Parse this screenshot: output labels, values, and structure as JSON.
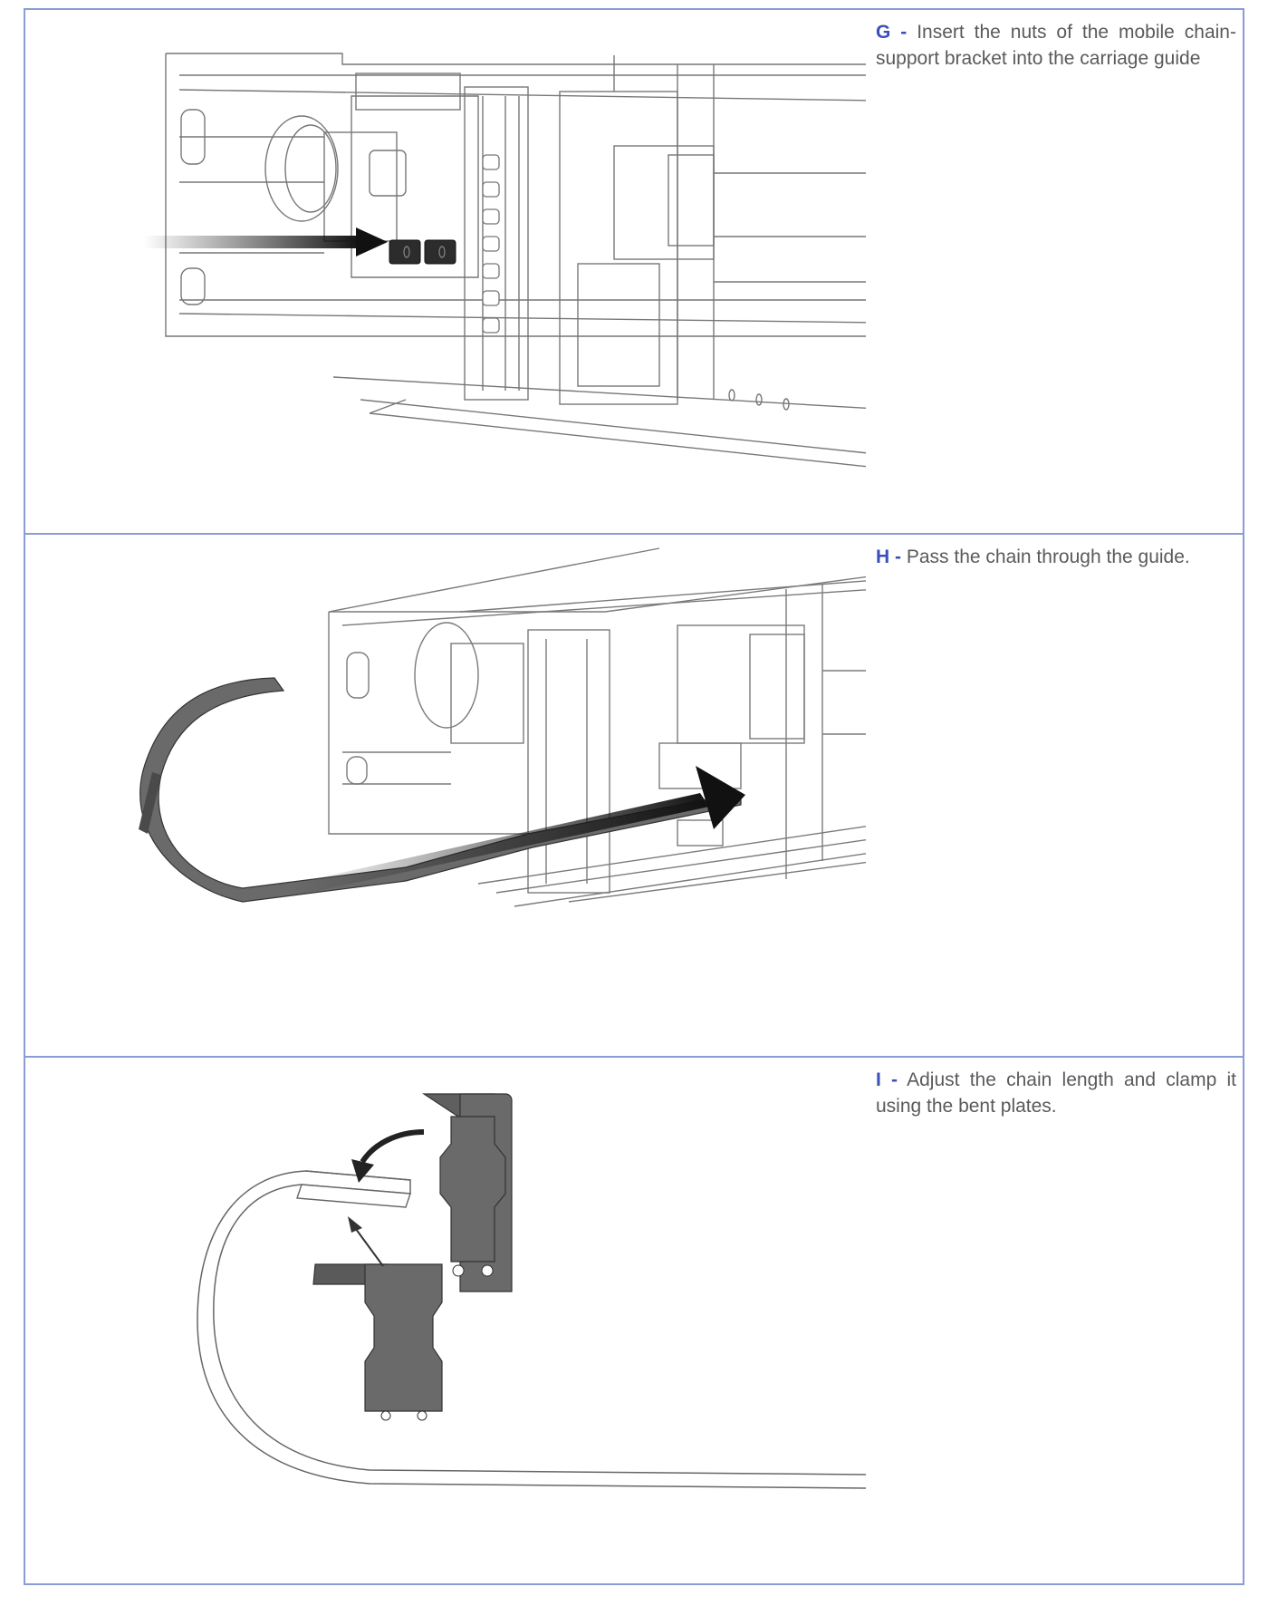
{
  "accent_color": "#3b4fb8",
  "border_color": "#8a9bd6",
  "steps": [
    {
      "letter": "G -",
      "text": "Insert the nuts of the mobile chain-support bracket into the carriage guide",
      "figure": "carriage-guide-nuts-insertion"
    },
    {
      "letter": "H -",
      "text": "Pass the chain through the guide.",
      "figure": "chain-through-guide"
    },
    {
      "letter": "I -",
      "text": "Adjust the chain length and clamp it using the bent plates.",
      "figure": "chain-clamp-bent-plates"
    }
  ]
}
